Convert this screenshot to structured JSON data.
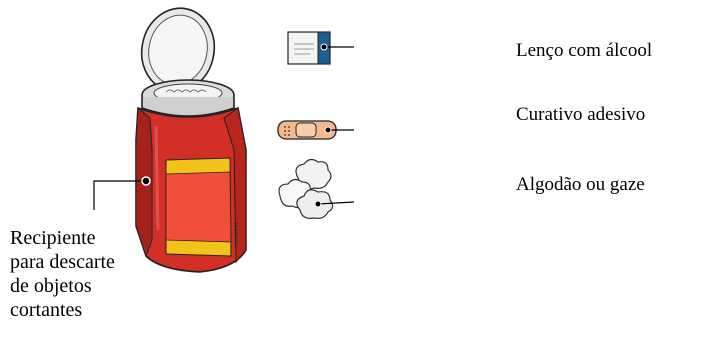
{
  "labels": {
    "alcohol_wipe": "Lenço com álcool",
    "bandage": "Curativo adesivo",
    "gauze": "Algodão ou gaze",
    "sharps_container": [
      "Recipiente",
      "para descarte",
      "de objetos",
      "cortantes"
    ]
  },
  "figure_code": "ILLM6141",
  "colors": {
    "container_red": "#d22f27",
    "container_dark_red": "#a5211b",
    "label_yellow": "#f2c318",
    "label_orange": "#f04e37",
    "lid_gray": "#e7e7e7",
    "bandage_tan": "#f2b98f",
    "wipe_blue": "#1f5f8f",
    "line_black": "#000000"
  }
}
